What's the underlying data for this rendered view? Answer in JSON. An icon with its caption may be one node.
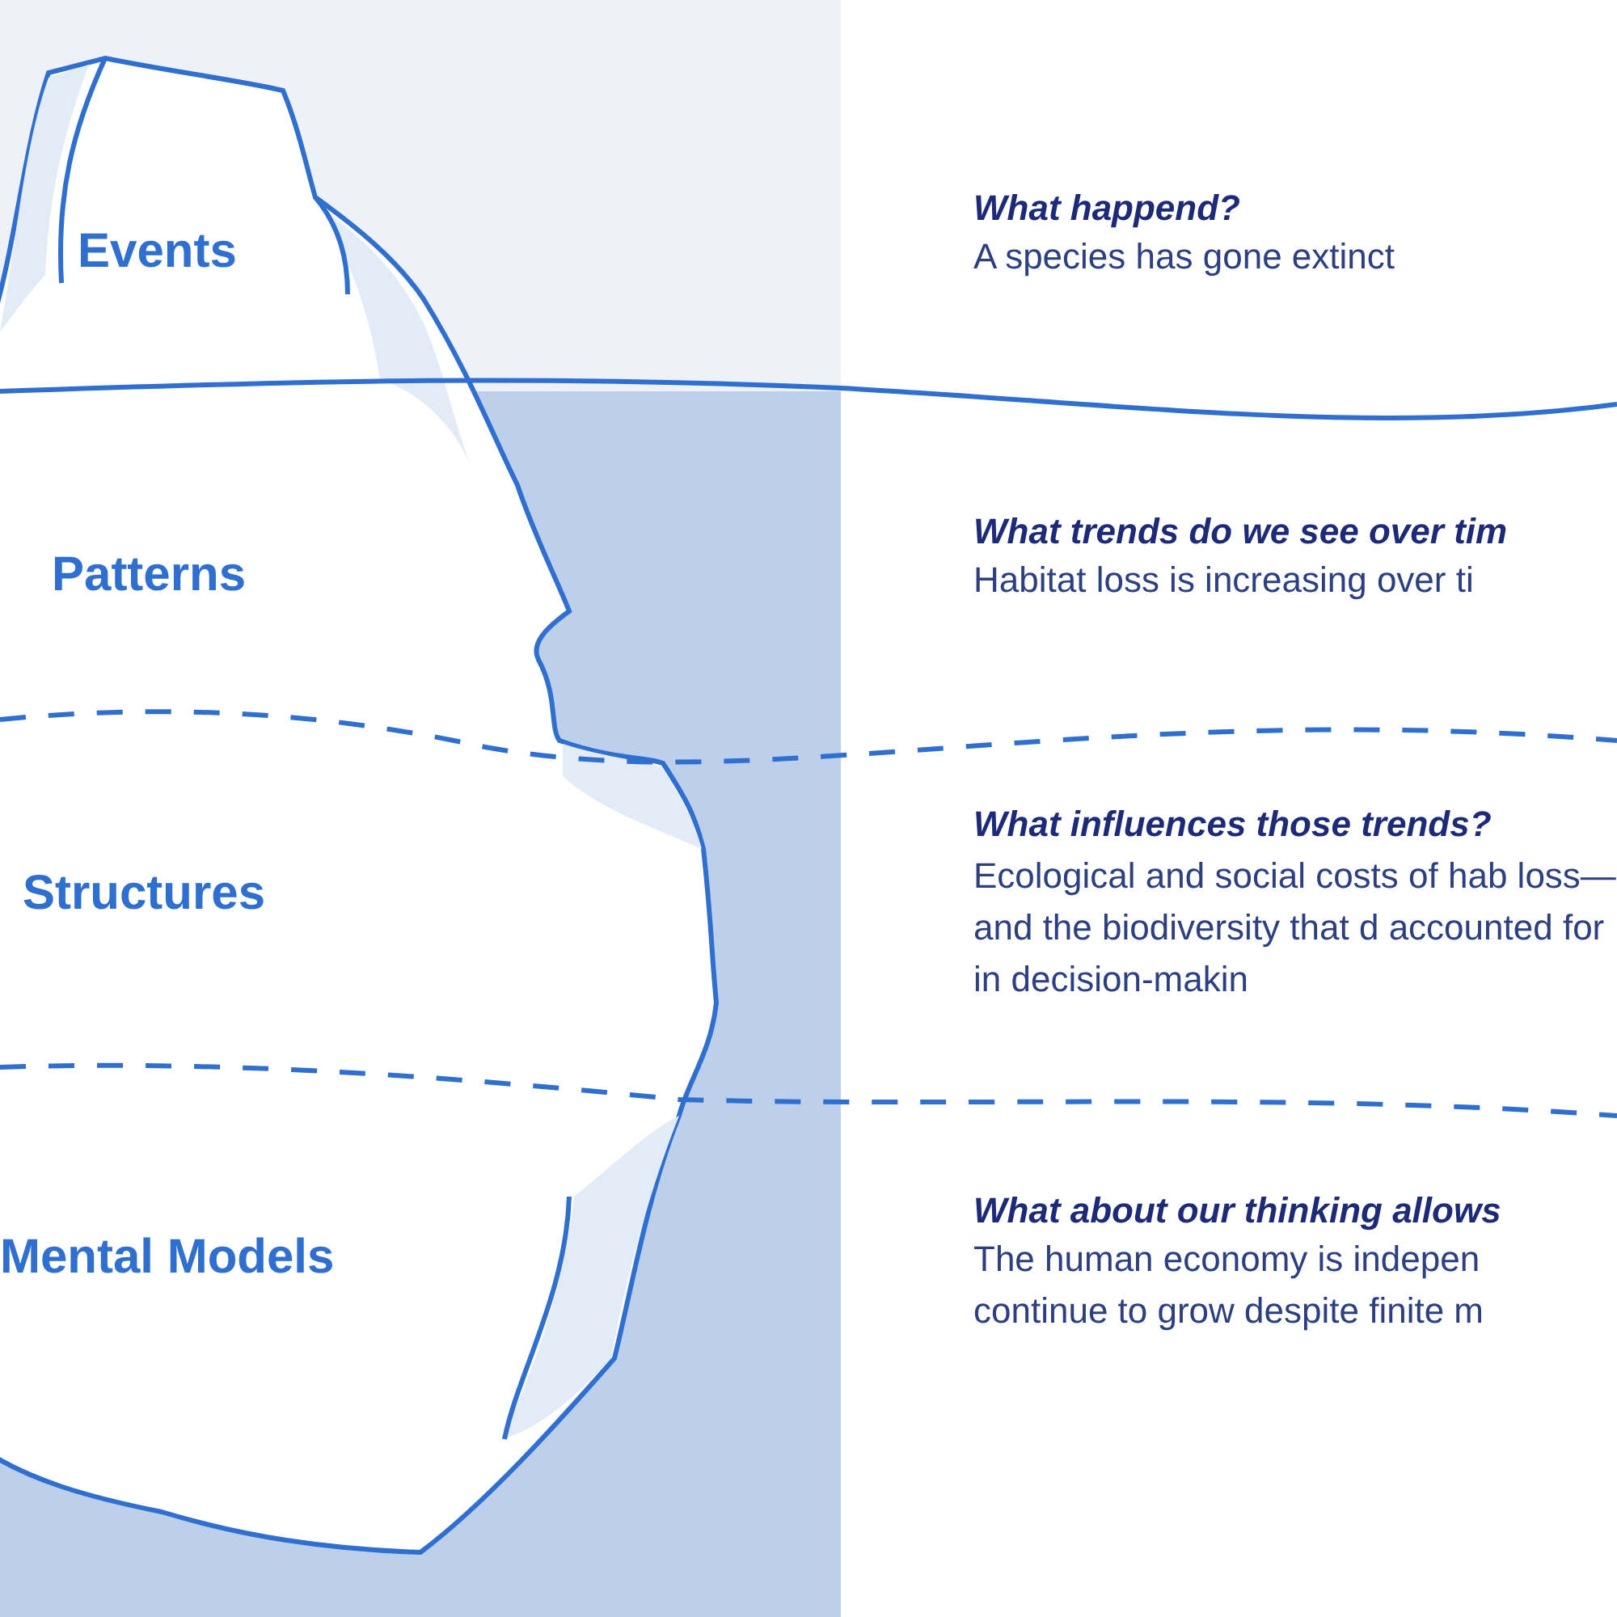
{
  "diagram": {
    "labels": [
      "Events",
      "What happend?",
      "A species has gone extinct",
      "Patterns",
      "What trends do we see over tim",
      "Habitat loss is increasing over ti",
      "Structures",
      "What influences those trends?",
      "Ecological and social costs of hab loss—and the biodiversity that d accounted for in decision-makin",
      "Mental Models",
      "What about our thinking allows",
      "The human economy is indepen continue to grow despite finite m"
    ]
  }
}
